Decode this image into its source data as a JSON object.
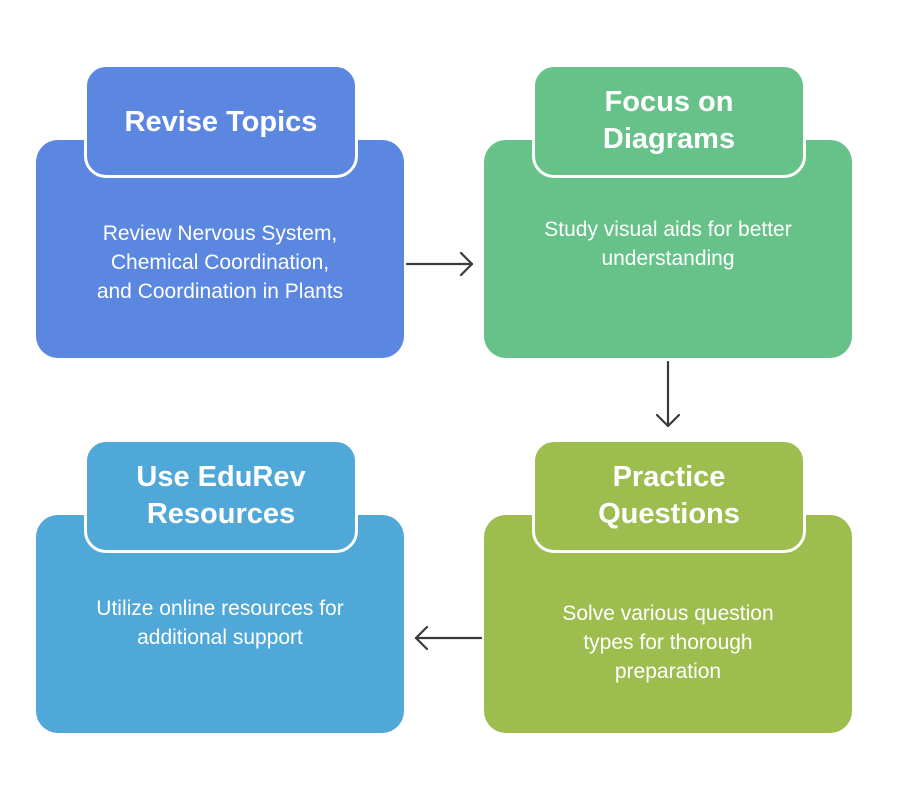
{
  "steps": [
    {
      "title_line1": "Revise Topics",
      "title_line2": "",
      "description_lines": [
        "Review Nervous System,",
        "Chemical Coordination,",
        "and Coordination in Plants"
      ],
      "color": "#5b87e0"
    },
    {
      "title_line1": "Focus on",
      "title_line2": "Diagrams",
      "description_lines": [
        "Study visual aids for better",
        "understanding"
      ],
      "color": "#66c288"
    },
    {
      "title_line1": "Practice",
      "title_line2": "Questions",
      "description_lines": [
        "Solve various question",
        "types for thorough",
        "preparation"
      ],
      "color": "#9dbd4e"
    },
    {
      "title_line1": "Use EduRev",
      "title_line2": "Resources",
      "description_lines": [
        "Utilize online resources for",
        "additional support"
      ],
      "color": "#4fa8d8"
    }
  ],
  "arrow_color": "#3a3a3a"
}
